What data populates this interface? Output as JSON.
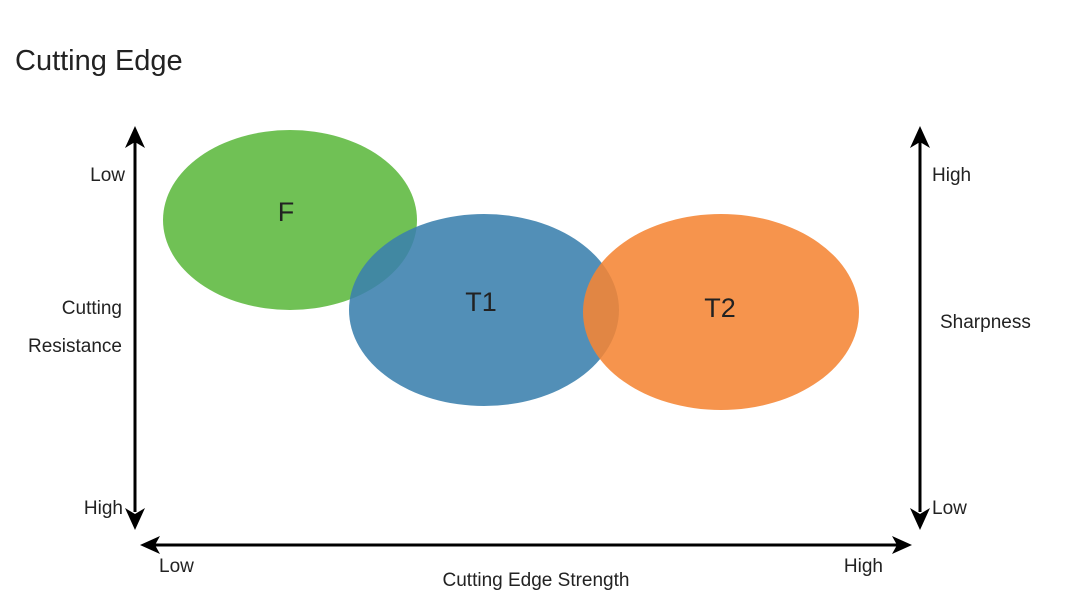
{
  "title": "Cutting Edge",
  "left_axis": {
    "top_label": "Low",
    "bottom_label": "High",
    "name_line1": "Cutting",
    "name_line2": "Resistance"
  },
  "right_axis": {
    "top_label": "High",
    "bottom_label": "Low",
    "name": "Sharpness"
  },
  "bottom_axis": {
    "left_label": "Low",
    "right_label": "High",
    "name": "Cutting Edge Strength"
  },
  "regions": [
    {
      "label": "F",
      "color": "#5cb83d"
    },
    {
      "label": "T1",
      "color": "#3a7fad"
    },
    {
      "label": "T2",
      "color": "#f58534"
    }
  ],
  "colors": {
    "axis": "#000000",
    "text": "#222222"
  }
}
